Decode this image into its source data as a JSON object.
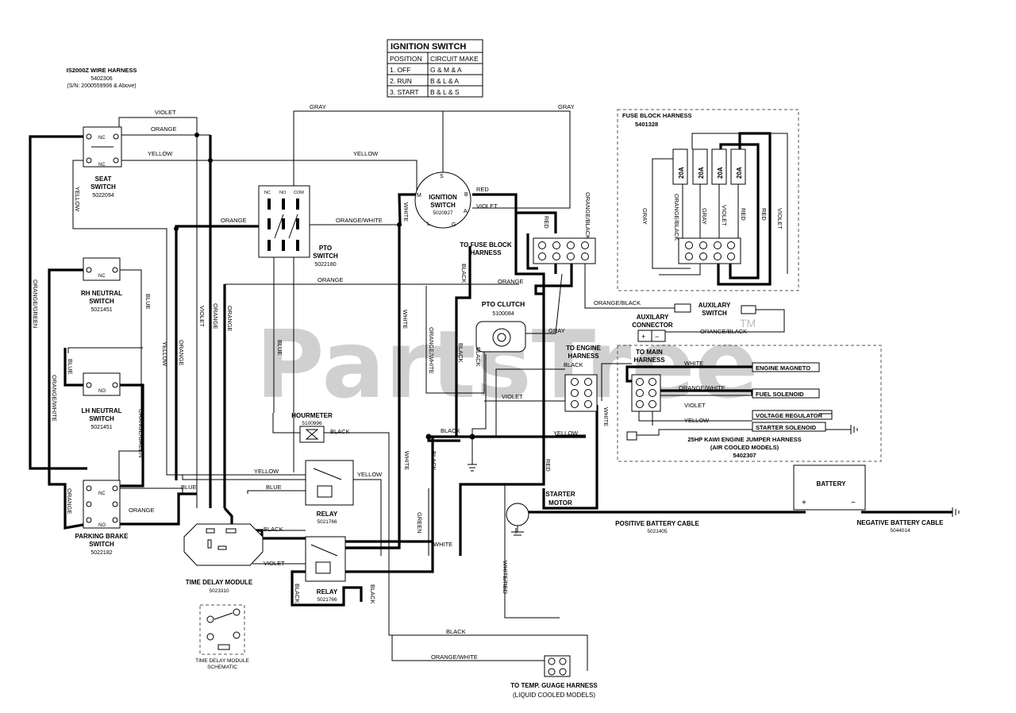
{
  "ignition_table": {
    "title": "IGNITION SWITCH",
    "col_position": "POSITION",
    "col_circuit": "CIRCUIT MAKE",
    "rows": [
      {
        "position": "1. OFF",
        "circuit": "G & M & A"
      },
      {
        "position": "2. RUN",
        "circuit": "B & L & A"
      },
      {
        "position": "3. START",
        "circuit": "B & L & S"
      }
    ]
  },
  "harness": {
    "title": "IS2000Z WIRE HARNESS",
    "part": "5402306",
    "serial": "(S/N: 2000559906 & Above)"
  },
  "watermark": {
    "text": "PartsTree",
    "tm": "TM"
  },
  "fuse_block": {
    "title": "FUSE BLOCK HARNESS",
    "part": "5401328",
    "fuses": [
      "20A",
      "20A",
      "20A",
      "20A"
    ]
  },
  "components": {
    "seat_switch": {
      "name1": "SEAT",
      "name2": "SWITCH",
      "part": "5022094"
    },
    "rh_neutral": {
      "name1": "RH NEUTRAL",
      "name2": "SWITCH",
      "part": "5021451"
    },
    "lh_neutral": {
      "name1": "LH NEUTRAL",
      "name2": "SWITCH",
      "part": "5021451"
    },
    "parking_brake": {
      "name1": "PARKING BRAKE",
      "name2": "SWITCH",
      "part": "5022182"
    },
    "pto_switch": {
      "name1": "PTO",
      "name2": "SWITCH",
      "part": "5022180",
      "nc": "NC",
      "no": "NO",
      "com": "COM"
    },
    "ignition_switch": {
      "name1": "IGNITION",
      "name2": "SWITCH",
      "part": "5020927"
    },
    "to_fuse_block": {
      "name1": "TO FUSE BLOCK",
      "name2": "HARNESS"
    },
    "pto_clutch": {
      "name": "PTO CLUTCH",
      "part": "5100084"
    },
    "auxilary_connector": {
      "name1": "AUXILARY",
      "name2": "CONNECTOR"
    },
    "auxilary_switch": {
      "name1": "AUXILARY",
      "name2": "SWITCH"
    },
    "to_engine_harness": {
      "name1": "TO ENGINE",
      "name2": "HARNESS"
    },
    "to_main_harness": {
      "name1": "TO MAIN",
      "name2": "HARNESS"
    },
    "hourmeter": {
      "name": "HOURMETER",
      "part": "5100996"
    },
    "relay_upper": {
      "name": "RELAY",
      "part": "5021766"
    },
    "relay_lower": {
      "name": "RELAY",
      "part": "5021766"
    },
    "time_delay": {
      "name": "TIME DELAY MODULE",
      "part": "5023310"
    },
    "time_delay_schematic": {
      "name1": "TIME DELAY MODULE",
      "name2": "SCHEMATIC"
    },
    "starter_motor": {
      "name1": "STARTER",
      "name2": "MOTOR"
    },
    "battery": {
      "name": "BATTERY",
      "plus": "+",
      "minus": "−"
    },
    "positive_cable": {
      "name": "POSITIVE BATTERY CABLE",
      "part": "5021405"
    },
    "negative_cable": {
      "name": "NEGATIVE BATTERY CABLE",
      "part": "5044014"
    },
    "temp_gauge": {
      "name1": "TO TEMP. GUAGE HARNESS",
      "name2": "(LIQUID COOLED MODELS)"
    },
    "jumper_harness": {
      "name1": "25HP KAWI ENGINE JUMPER HARNESS",
      "name2": "(AIR COOLED MODELS)",
      "part": "5402307"
    }
  },
  "engine_labels": [
    "ENGINE MAGNETO",
    "FUEL SOLENOID",
    "VOLTAGE REGULATOR",
    "STARTER SOLENOID"
  ],
  "wire_colors": {
    "violet": "VIOLET",
    "orange": "ORANGE",
    "yellow": "YELLOW",
    "gray": "GRAY",
    "red": "RED",
    "white": "WHITE",
    "black": "BLACK",
    "blue": "BLUE",
    "green": "GREEN",
    "orange_white": "ORANGE/WHITE",
    "orange_black": "ORANGE/BLACK",
    "orange_green": "ORANGE/GREEN",
    "white_red": "WHITE/RED"
  },
  "terminal_labels": {
    "nc": "NC",
    "no": "NO",
    "s": "S",
    "m": "M",
    "b": "B",
    "a": "A",
    "l": "L",
    "g": "G"
  }
}
